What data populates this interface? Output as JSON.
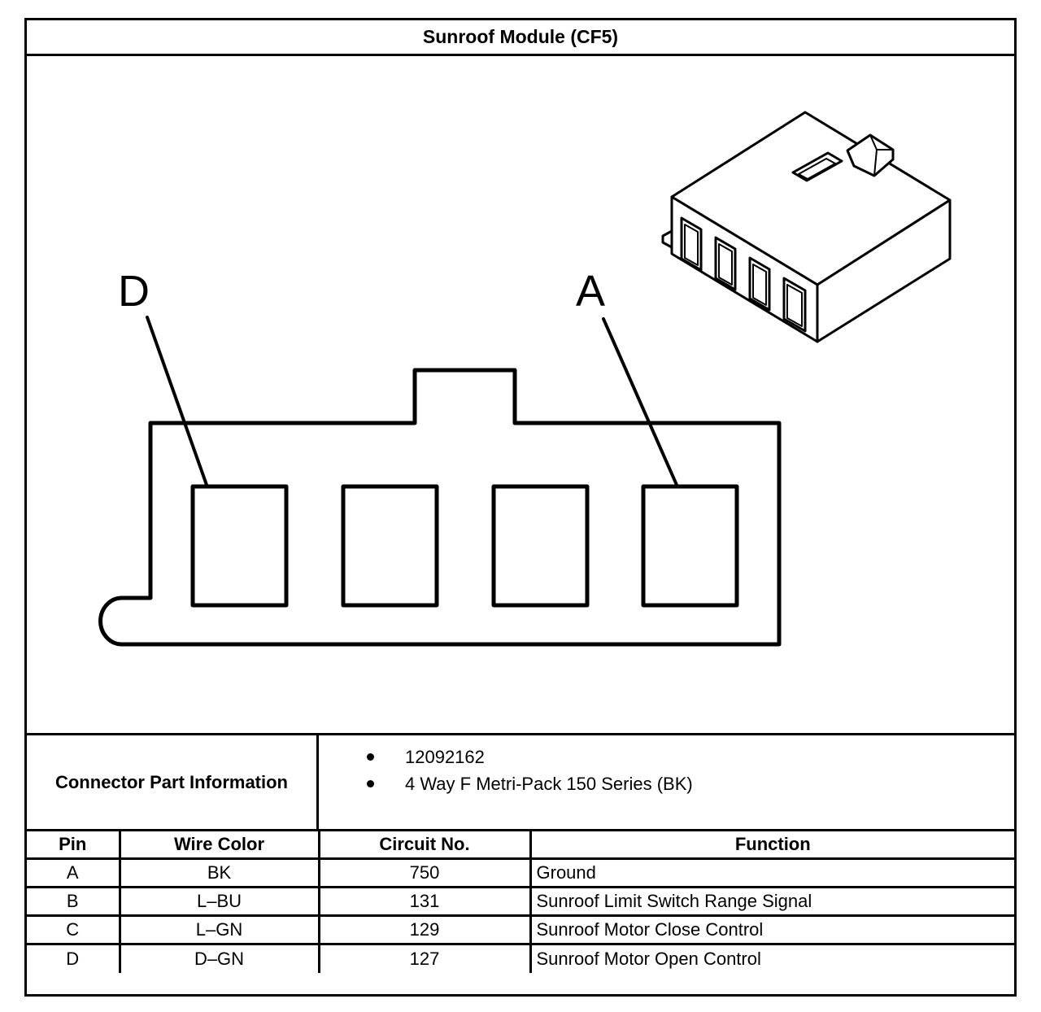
{
  "title": "Sunroof Module (CF5)",
  "diagram": {
    "pin_label_left": "D",
    "pin_label_right": "A"
  },
  "connector_info": {
    "label": "Connector Part Information",
    "items": [
      "12092162",
      "4 Way F Metri-Pack 150 Series (BK)"
    ]
  },
  "table": {
    "headers": [
      "Pin",
      "Wire Color",
      "Circuit No.",
      "Function"
    ],
    "rows": [
      {
        "pin": "A",
        "wire_color": "BK",
        "circuit": "750",
        "function": "Ground"
      },
      {
        "pin": "B",
        "wire_color": "L–BU",
        "circuit": "131",
        "function": "Sunroof Limit Switch Range Signal"
      },
      {
        "pin": "C",
        "wire_color": "L–GN",
        "circuit": "129",
        "function": "Sunroof Motor Close Control"
      },
      {
        "pin": "D",
        "wire_color": "D–GN",
        "circuit": "127",
        "function": "Sunroof Motor Open Control"
      }
    ]
  }
}
